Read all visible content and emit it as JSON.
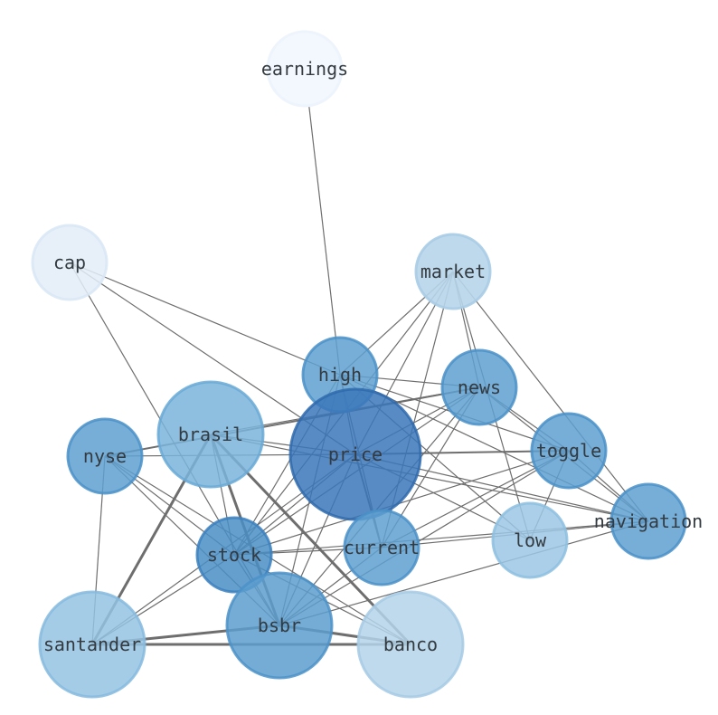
{
  "diagram": {
    "type": "network-graph",
    "nodes": [
      {
        "id": "earnings",
        "label": "earnings",
        "fill": "#f3f8fe",
        "stroke": "#edf4fc",
        "opacity": 1.0
      },
      {
        "id": "cap",
        "label": "cap",
        "fill": "#e3edf8",
        "stroke": "#d8e6f5",
        "opacity": 0.85
      },
      {
        "id": "market",
        "label": "market",
        "fill": "#b8d5ea",
        "stroke": "#a9cce6",
        "opacity": 0.9
      },
      {
        "id": "high",
        "label": "high",
        "fill": "#5fa0d0",
        "stroke": "#4a90c8",
        "opacity": 0.85
      },
      {
        "id": "news",
        "label": "news",
        "fill": "#5fa0d0",
        "stroke": "#4a90c8",
        "opacity": 0.85
      },
      {
        "id": "brasil",
        "label": "brasil",
        "fill": "#7ab4db",
        "stroke": "#69a9d6",
        "opacity": 0.85
      },
      {
        "id": "nyse",
        "label": "nyse",
        "fill": "#5fa0d0",
        "stroke": "#4a90c8",
        "opacity": 0.85
      },
      {
        "id": "price",
        "label": "price",
        "fill": "#3b77ba",
        "stroke": "#2f6aad",
        "opacity": 0.85
      },
      {
        "id": "toggle",
        "label": "toggle",
        "fill": "#5fa0d0",
        "stroke": "#4a90c8",
        "opacity": 0.85
      },
      {
        "id": "navigation",
        "label": "navigation",
        "fill": "#5fa0d0",
        "stroke": "#4a90c8",
        "opacity": 0.85
      },
      {
        "id": "low",
        "label": "low",
        "fill": "#9cc7e4",
        "stroke": "#8dbfe0",
        "opacity": 0.85
      },
      {
        "id": "current",
        "label": "current",
        "fill": "#5fa0d0",
        "stroke": "#4a90c8",
        "opacity": 0.85
      },
      {
        "id": "stock",
        "label": "stock",
        "fill": "#4a8ec6",
        "stroke": "#3b80be",
        "opacity": 0.85
      },
      {
        "id": "bsbr",
        "label": "bsbr",
        "fill": "#5c9ece",
        "stroke": "#4c92c8",
        "opacity": 0.85
      },
      {
        "id": "santander",
        "label": "santander",
        "fill": "#94c3e2",
        "stroke": "#86bade",
        "opacity": 0.85
      },
      {
        "id": "banco",
        "label": "banco",
        "fill": "#b4d3e9",
        "stroke": "#a6cae5",
        "opacity": 0.85
      }
    ],
    "edges": [
      {
        "source": "earnings",
        "target": "high",
        "weight": 1
      },
      {
        "source": "cap",
        "target": "high",
        "weight": 1
      },
      {
        "source": "cap",
        "target": "price",
        "weight": 1
      },
      {
        "source": "cap",
        "target": "bsbr",
        "weight": 1
      },
      {
        "source": "market",
        "target": "high",
        "weight": 1
      },
      {
        "source": "market",
        "target": "news",
        "weight": 1
      },
      {
        "source": "market",
        "target": "price",
        "weight": 1
      },
      {
        "source": "market",
        "target": "current",
        "weight": 1
      },
      {
        "source": "market",
        "target": "navigation",
        "weight": 1
      },
      {
        "source": "market",
        "target": "low",
        "weight": 1
      },
      {
        "source": "market",
        "target": "stock",
        "weight": 1
      },
      {
        "source": "high",
        "target": "news",
        "weight": 1
      },
      {
        "source": "high",
        "target": "price",
        "weight": 1
      },
      {
        "source": "high",
        "target": "toggle",
        "weight": 1
      },
      {
        "source": "high",
        "target": "navigation",
        "weight": 1
      },
      {
        "source": "high",
        "target": "current",
        "weight": 1
      },
      {
        "source": "high",
        "target": "low",
        "weight": 1
      },
      {
        "source": "high",
        "target": "stock",
        "weight": 1
      },
      {
        "source": "high",
        "target": "bsbr",
        "weight": 1
      },
      {
        "source": "news",
        "target": "nyse",
        "weight": 1.5
      },
      {
        "source": "news",
        "target": "brasil",
        "weight": 1
      },
      {
        "source": "news",
        "target": "price",
        "weight": 1
      },
      {
        "source": "news",
        "target": "toggle",
        "weight": 1
      },
      {
        "source": "news",
        "target": "navigation",
        "weight": 1
      },
      {
        "source": "news",
        "target": "current",
        "weight": 1
      },
      {
        "source": "news",
        "target": "stock",
        "weight": 1
      },
      {
        "source": "news",
        "target": "bsbr",
        "weight": 1
      },
      {
        "source": "brasil",
        "target": "stock",
        "weight": 1
      },
      {
        "source": "brasil",
        "target": "bsbr",
        "weight": 2.5
      },
      {
        "source": "brasil",
        "target": "santander",
        "weight": 2.5
      },
      {
        "source": "brasil",
        "target": "banco",
        "weight": 2.5
      },
      {
        "source": "brasil",
        "target": "price",
        "weight": 1
      },
      {
        "source": "brasil",
        "target": "navigation",
        "weight": 1
      },
      {
        "source": "nyse",
        "target": "price",
        "weight": 1
      },
      {
        "source": "nyse",
        "target": "stock",
        "weight": 1
      },
      {
        "source": "nyse",
        "target": "bsbr",
        "weight": 1
      },
      {
        "source": "nyse",
        "target": "santander",
        "weight": 1
      },
      {
        "source": "nyse",
        "target": "banco",
        "weight": 1
      },
      {
        "source": "price",
        "target": "toggle",
        "weight": 1.5
      },
      {
        "source": "price",
        "target": "navigation",
        "weight": 1
      },
      {
        "source": "price",
        "target": "current",
        "weight": 1.5
      },
      {
        "source": "price",
        "target": "stock",
        "weight": 1
      },
      {
        "source": "price",
        "target": "bsbr",
        "weight": 1
      },
      {
        "source": "price",
        "target": "santander",
        "weight": 1
      },
      {
        "source": "price",
        "target": "low",
        "weight": 1
      },
      {
        "source": "toggle",
        "target": "navigation",
        "weight": 1
      },
      {
        "source": "toggle",
        "target": "current",
        "weight": 1
      },
      {
        "source": "toggle",
        "target": "stock",
        "weight": 1
      },
      {
        "source": "toggle",
        "target": "bsbr",
        "weight": 1
      },
      {
        "source": "toggle",
        "target": "low",
        "weight": 1
      },
      {
        "source": "navigation",
        "target": "current",
        "weight": 1
      },
      {
        "source": "navigation",
        "target": "stock",
        "weight": 1
      },
      {
        "source": "navigation",
        "target": "bsbr",
        "weight": 1
      },
      {
        "source": "current",
        "target": "stock",
        "weight": 1
      },
      {
        "source": "current",
        "target": "bsbr",
        "weight": 1
      },
      {
        "source": "stock",
        "target": "bsbr",
        "weight": 1
      },
      {
        "source": "stock",
        "target": "santander",
        "weight": 1
      },
      {
        "source": "stock",
        "target": "banco",
        "weight": 1
      },
      {
        "source": "bsbr",
        "target": "santander",
        "weight": 2.5
      },
      {
        "source": "bsbr",
        "target": "banco",
        "weight": 2.5
      },
      {
        "source": "santander",
        "target": "banco",
        "weight": 2.5
      }
    ]
  }
}
